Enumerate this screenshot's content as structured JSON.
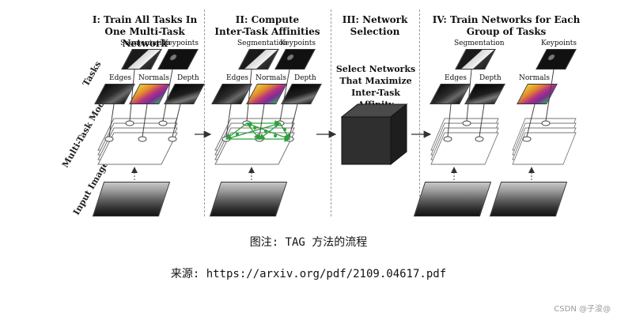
{
  "stages": [
    {
      "title_line1": "I: Train All Tasks In",
      "title_line2": "One Multi-Task Network"
    },
    {
      "title_line1": "II: Compute",
      "title_line2": "Inter-Task Affinities"
    },
    {
      "title_line1": "III: Network",
      "title_line2": "Selection"
    },
    {
      "title_line1": "IV: Train Networks for Each",
      "title_line2": "Group of Tasks"
    }
  ],
  "side_labels": {
    "tasks": "Tasks",
    "model": "Multi-Task Model",
    "input": "Input Image"
  },
  "task_labels": {
    "segmentation": "Segmentation",
    "keypoints": "Keypoints",
    "edges": "Edges",
    "normals": "Normals",
    "depth": "Depth"
  },
  "selection_text": [
    "Select Networks",
    "That Maximize",
    "Inter-Task Affinity"
  ],
  "caption": "图注: TAG 方法的流程",
  "source": "来源: https://arxiv.org/pdf/2109.04617.pdf",
  "watermark": "CSDN @子浚@",
  "colors": {
    "affinity_green": "#2aa33a",
    "cube": "#2f2f2f"
  }
}
